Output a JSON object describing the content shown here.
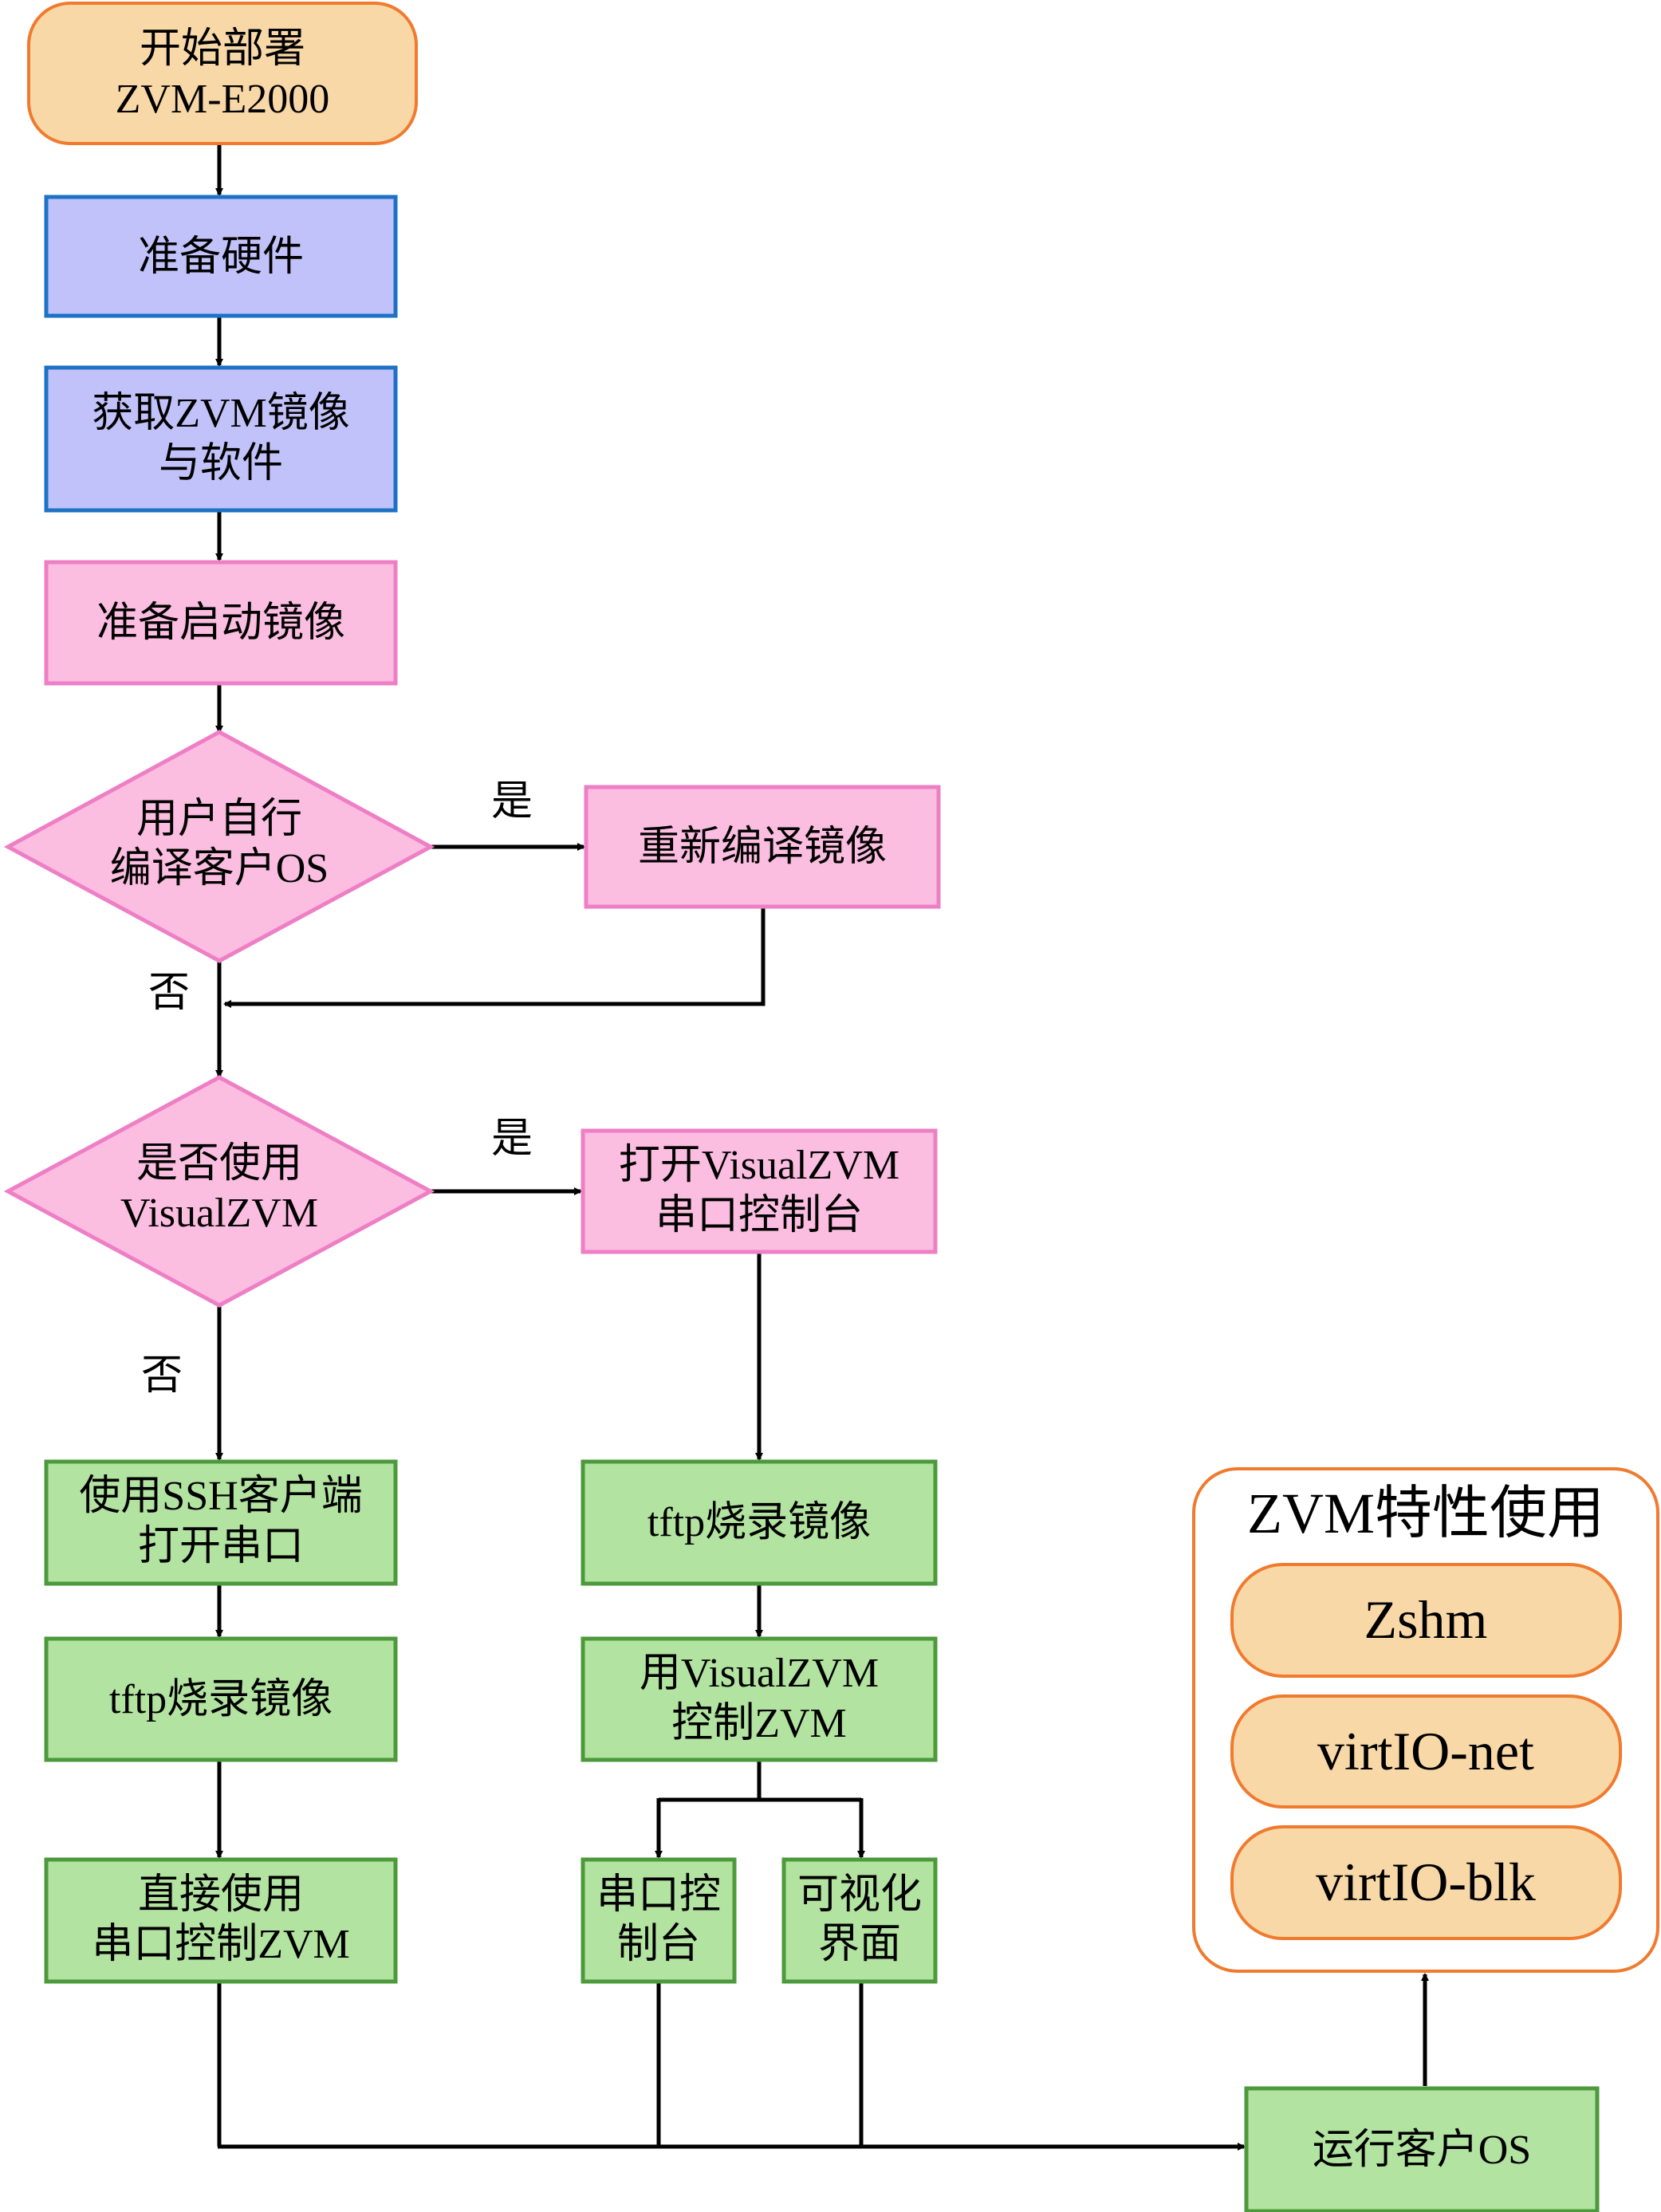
{
  "colors": {
    "start_fill": "#f9d8a8",
    "start_stroke": "#f07a2e",
    "blue_fill": "#c2c2fb",
    "blue_stroke": "#1e72c6",
    "pink_fill": "#fbbde0",
    "pink_stroke": "#ee7fc5",
    "green_fill": "#b2e3a0",
    "green_stroke": "#4d9a3c",
    "panel_stroke": "#f07a2e",
    "line": "#000000"
  },
  "nodes": {
    "start": {
      "line1": "开始部署",
      "line2": "ZVM-E2000"
    },
    "prepare_hw": {
      "label": "准备硬件"
    },
    "get_image": {
      "line1": "获取ZVM镜像",
      "line2": "与软件"
    },
    "prepare_boot": {
      "label": "准备启动镜像"
    },
    "decision_compile": {
      "line1": "用户自行",
      "line2": "编译客户OS"
    },
    "recompile": {
      "label": "重新编译镜像"
    },
    "decision_visual": {
      "line1": "是否使用",
      "line2": "VisualZVM"
    },
    "open_visual": {
      "line1": "打开VisualZVM",
      "line2": "串口控制台"
    },
    "ssh_open": {
      "line1": "使用SSH客户端",
      "line2": "打开串口"
    },
    "tftp_left": {
      "label": "tftp烧录镜像"
    },
    "serial_ctrl": {
      "line1": "直接使用",
      "line2": "串口控制ZVM"
    },
    "tftp_right": {
      "label": "tftp烧录镜像"
    },
    "visual_ctrl": {
      "line1": "用VisualZVM",
      "line2": "控制ZVM"
    },
    "serial_console": {
      "line1": "串口控",
      "line2": "制台"
    },
    "visual_ui": {
      "line1": "可视化",
      "line2": "界面"
    },
    "run_os": {
      "label": "运行客户OS"
    }
  },
  "edge_labels": {
    "yes1": "是",
    "no1": "否",
    "yes2": "是",
    "no2": "否"
  },
  "features": {
    "title": "ZVM特性使用",
    "items": [
      "Zshm",
      "virtIO-net",
      "virtIO-blk"
    ]
  }
}
